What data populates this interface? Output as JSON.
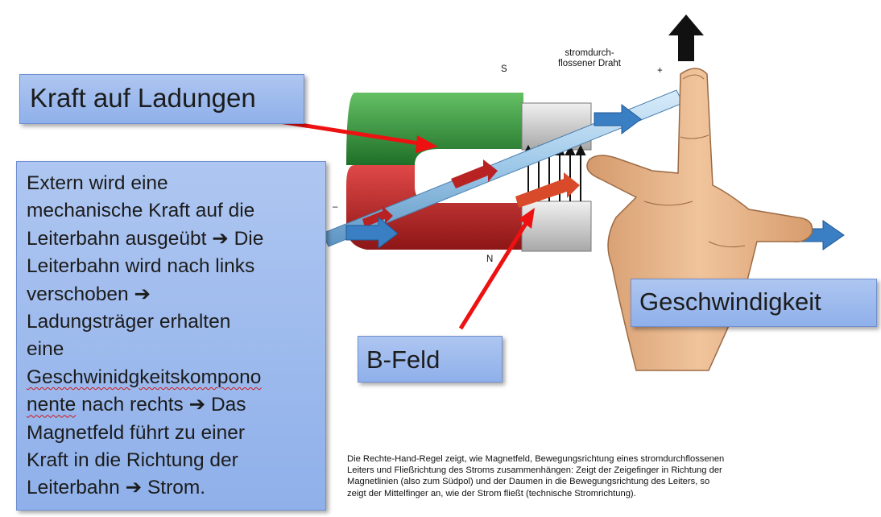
{
  "boxes": {
    "kraft": "Kraft auf Ladungen",
    "bfeld": "B-Feld",
    "geschwindigkeit": "Geschwindigkeit"
  },
  "extern": {
    "line1": "Extern wird eine",
    "line2": "mechanische Kraft auf die",
    "line3": "Leiterbahn ausgeübt",
    "arrow": "➔",
    "line3b": "Die",
    "line4": "Leiterbahn wird nach links",
    "line5": "verschoben",
    "line6": "Ladungsträger erhalten",
    "line7": "eine",
    "line8": "Geschwinidgkeitskompono",
    "line9a": "nente",
    "line9b": "nach rechts",
    "line9c": "Das",
    "line10": "Magnetfeld führt zu einer",
    "line11": "Kraft in die Richtung der",
    "line12a": "Leiterbahn",
    "line12b": "Strom."
  },
  "diagram_labels": {
    "south": "S",
    "north": "N",
    "wire_line1": "stromdurch-",
    "wire_line2": "flossener Draht",
    "plus": "+",
    "minus": "–"
  },
  "caption": {
    "line1": "Die Rechte-Hand-Regel zeigt, wie Magnetfeld, Bewegungsrichtung eines stromdurchflossenen",
    "line2": "Leiters und Fließrichtung des Stroms zusammenhängen: Zeigt der Zeigefinger in Richtung der",
    "line3": "Magnetlinien (also zum Südpol) und der Daumen in die Bewegungsrichtung des Leiters, so",
    "line4": "zeigt der Mittelfinger an, wie der Strom fließt (technische Stromrichtung)."
  },
  "colors": {
    "box_fill": "#9ab8ee",
    "magnet_green": "#3e9a3e",
    "magnet_red": "#c42a2a",
    "wire_blue": "#9cc7e8",
    "arrow_red": "#ee1111",
    "arrow_blue": "#3a7fc4",
    "skin": "#e7b48a"
  },
  "icons": [
    "black-up-arrow-icon",
    "blue-arrow-icon",
    "red-pointer-arrow-icon"
  ]
}
